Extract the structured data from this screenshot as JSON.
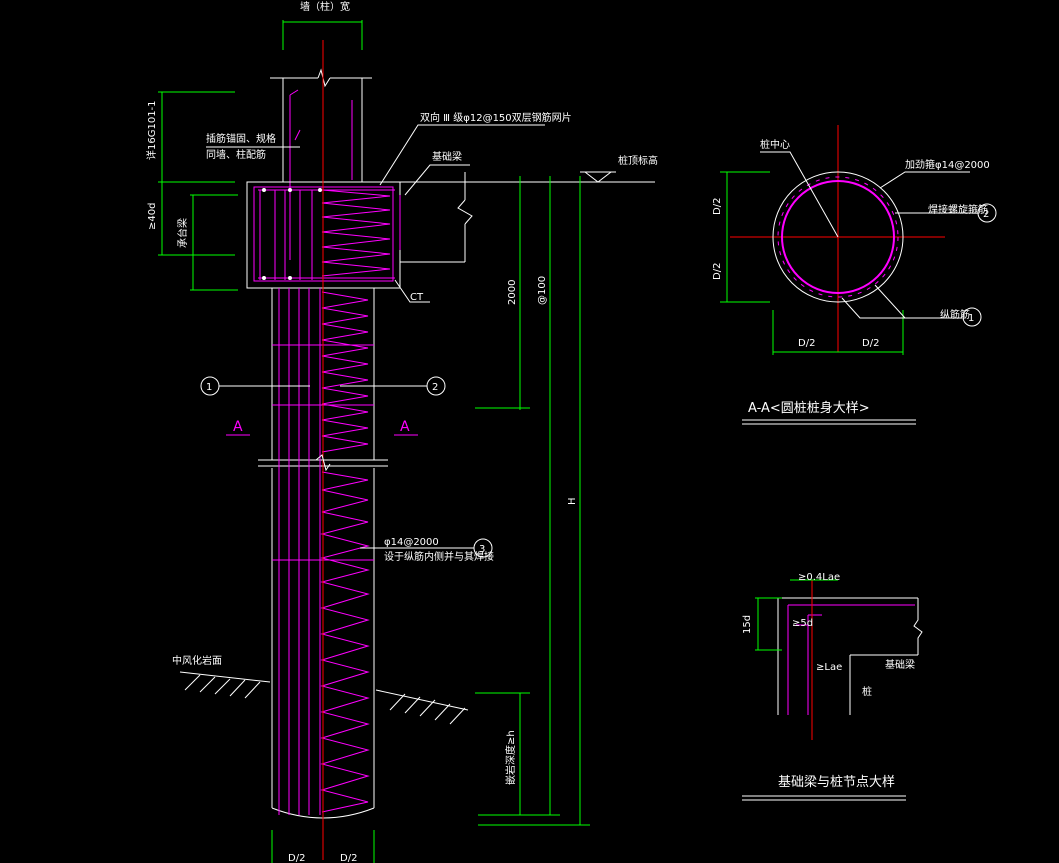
{
  "labels": {
    "top_width": "墙（柱）宽",
    "side_ref": "详16G101-1",
    "anchor_note_1": "插筋锚固、规格",
    "anchor_note_2": "同墙、柱配筋",
    "top_mesh_note": "双向 Ⅲ 级φ12@150双层钢筋网片",
    "foundation_beam": "基础梁",
    "design_elevation": "桩顶标高",
    "la_dim": "≥40d",
    "cap_label": "承台梁",
    "ct_label": "CT",
    "dim_2000": "2000",
    "dim_spacing": "@100",
    "dim_H": "H",
    "section_A": "A",
    "stiffener_spec": "φ14@2000",
    "stiffener_note": "设于纵筋内侧并与其焊接",
    "soil_layer": "中风化岩面",
    "embed_depth": "嵌岩深度≥h",
    "bottom_d_left": "D/2",
    "bottom_d_right": "D/2",
    "callout_1": "1",
    "callout_2": "2",
    "callout_3": "3"
  },
  "section_detail": {
    "center_label": "桩中心",
    "stiffener_label": "加劲箍φ14@2000",
    "spiral_label": "焊接螺旋箍筋",
    "longitudinal_label": "纵筋筋",
    "d_top": "D/2",
    "d_mid": "D/2",
    "d_bottom_left": "D/2",
    "d_bottom_right": "D/2",
    "title": "A-A<圆桩桩身大样>"
  },
  "joint_detail": {
    "dim_04lae": "≥0.4Lae",
    "dim_5d": "≥5d",
    "dim_15d": "15d",
    "dim_lae": "≥Lae",
    "beam_label": "基础梁",
    "pile_label": "桩",
    "title": "基础梁与桩节点大样"
  },
  "colors": {
    "background": "#000000",
    "lines": "#ffffff",
    "rebar": "#ff00ff",
    "center_line": "#ff0000",
    "dimension": "#00ff00"
  }
}
